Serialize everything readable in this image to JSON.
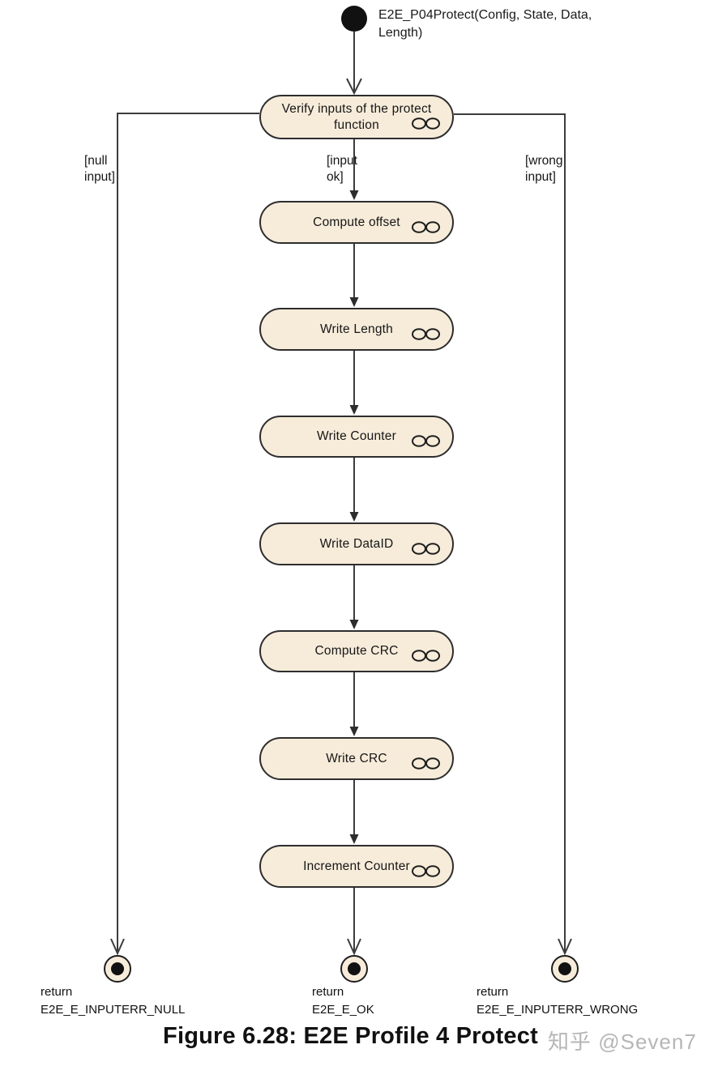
{
  "diagram_title": "E2E Profile 4 Protect activity diagram",
  "start_label": {
    "line1": "E2E_P04Protect(Config, State, Data,",
    "line2": "Length)"
  },
  "steps": [
    {
      "label": "Verify inputs of the protect function"
    },
    {
      "label": "Compute offset"
    },
    {
      "label": "Write Length"
    },
    {
      "label": "Write Counter"
    },
    {
      "label": "Write DataID"
    },
    {
      "label": "Compute CRC"
    },
    {
      "label": "Write CRC"
    },
    {
      "label": "Increment Counter"
    }
  ],
  "guards": {
    "left": {
      "line1": "[null",
      "line2": "input]"
    },
    "middle": {
      "line1": "[input",
      "line2": "ok]"
    },
    "right": {
      "line1": "[wrong",
      "line2": "input]"
    }
  },
  "terminals": [
    {
      "keyword": "return",
      "code": "E2E_E_INPUTERR_NULL"
    },
    {
      "keyword": "return",
      "code": "E2E_E_OK"
    },
    {
      "keyword": "return",
      "code": "E2E_E_INPUTERR_WRONG"
    }
  ],
  "caption": "Figure 6.28: E2E Profile 4 Protect",
  "watermark": "知乎 @Seven7",
  "colors": {
    "node_fill": "#f7ecda",
    "node_border": "#2d2d2d",
    "connector": "#3c3c3c",
    "text": "#1a1a1a",
    "watermark": "#b3b3b3",
    "background": "#ffffff"
  },
  "icons": {
    "call_behavior": "double-circle"
  }
}
